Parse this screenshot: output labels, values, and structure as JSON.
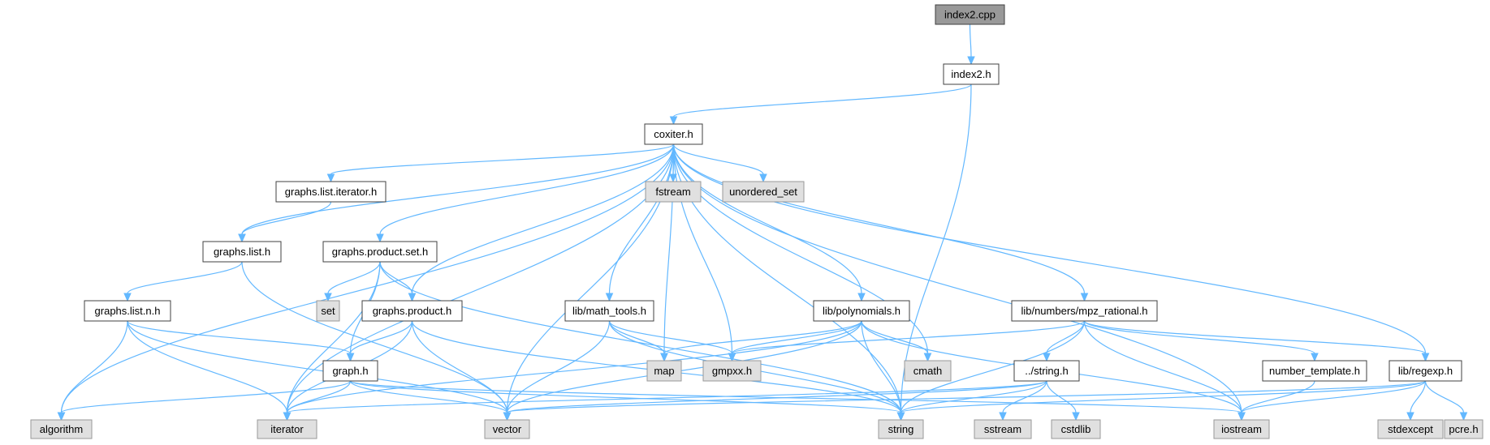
{
  "graph": {
    "nodes": [
      {
        "id": "index2_cpp",
        "label": "index2.cpp",
        "kind": "root"
      },
      {
        "id": "index2_h",
        "label": "index2.h",
        "kind": "inner"
      },
      {
        "id": "coxiter_h",
        "label": "coxiter.h",
        "kind": "inner"
      },
      {
        "id": "graphs_list_iterator_h",
        "label": "graphs.list.iterator.h",
        "kind": "inner"
      },
      {
        "id": "fstream",
        "label": "fstream",
        "kind": "ext"
      },
      {
        "id": "unordered_set",
        "label": "unordered_set",
        "kind": "ext"
      },
      {
        "id": "graphs_list_h",
        "label": "graphs.list.h",
        "kind": "inner"
      },
      {
        "id": "graphs_product_set_h",
        "label": "graphs.product.set.h",
        "kind": "inner"
      },
      {
        "id": "graphs_list_n_h",
        "label": "graphs.list.n.h",
        "kind": "inner"
      },
      {
        "id": "set",
        "label": "set",
        "kind": "ext"
      },
      {
        "id": "graphs_product_h",
        "label": "graphs.product.h",
        "kind": "inner"
      },
      {
        "id": "lib_math_tools_h",
        "label": "lib/math_tools.h",
        "kind": "inner"
      },
      {
        "id": "lib_polynomials_h",
        "label": "lib/polynomials.h",
        "kind": "inner"
      },
      {
        "id": "lib_numbers_mpz_rational_h",
        "label": "lib/numbers/mpz_rational.h",
        "kind": "inner"
      },
      {
        "id": "graph_h",
        "label": "graph.h",
        "kind": "inner"
      },
      {
        "id": "map",
        "label": "map",
        "kind": "ext"
      },
      {
        "id": "gmpxx_h",
        "label": "gmpxx.h",
        "kind": "ext"
      },
      {
        "id": "cmath",
        "label": "cmath",
        "kind": "ext"
      },
      {
        "id": "string_h_rel",
        "label": "../string.h",
        "kind": "inner"
      },
      {
        "id": "number_template_h",
        "label": "number_template.h",
        "kind": "inner"
      },
      {
        "id": "lib_regexp_h",
        "label": "lib/regexp.h",
        "kind": "inner"
      },
      {
        "id": "algorithm",
        "label": "algorithm",
        "kind": "ext"
      },
      {
        "id": "iterator",
        "label": "iterator",
        "kind": "ext"
      },
      {
        "id": "vector",
        "label": "vector",
        "kind": "ext"
      },
      {
        "id": "string",
        "label": "string",
        "kind": "ext"
      },
      {
        "id": "sstream",
        "label": "sstream",
        "kind": "ext"
      },
      {
        "id": "cstdlib",
        "label": "cstdlib",
        "kind": "ext"
      },
      {
        "id": "iostream",
        "label": "iostream",
        "kind": "ext"
      },
      {
        "id": "stdexcept",
        "label": "stdexcept",
        "kind": "ext"
      },
      {
        "id": "pcre_h",
        "label": "pcre.h",
        "kind": "ext"
      }
    ],
    "edges": [
      [
        "index2_cpp",
        "index2_h"
      ],
      [
        "index2_h",
        "coxiter_h"
      ],
      [
        "index2_h",
        "string"
      ],
      [
        "coxiter_h",
        "algorithm"
      ],
      [
        "coxiter_h",
        "iterator"
      ],
      [
        "coxiter_h",
        "graphs_list_h"
      ],
      [
        "coxiter_h",
        "graphs_list_iterator_h"
      ],
      [
        "coxiter_h",
        "graphs_product_set_h"
      ],
      [
        "coxiter_h",
        "graphs_product_h"
      ],
      [
        "coxiter_h",
        "vector"
      ],
      [
        "coxiter_h",
        "lib_math_tools_h"
      ],
      [
        "coxiter_h",
        "map"
      ],
      [
        "coxiter_h",
        "fstream"
      ],
      [
        "coxiter_h",
        "unordered_set"
      ],
      [
        "coxiter_h",
        "gmpxx_h"
      ],
      [
        "coxiter_h",
        "lib_polynomials_h"
      ],
      [
        "coxiter_h",
        "cmath"
      ],
      [
        "coxiter_h",
        "string"
      ],
      [
        "coxiter_h",
        "lib_numbers_mpz_rational_h"
      ],
      [
        "coxiter_h",
        "lib_regexp_h"
      ],
      [
        "coxiter_h",
        "iostream"
      ],
      [
        "graphs_list_iterator_h",
        "graphs_list_h"
      ],
      [
        "graphs_list_h",
        "graphs_list_n_h"
      ],
      [
        "graphs_list_h",
        "vector"
      ],
      [
        "graphs_product_set_h",
        "set"
      ],
      [
        "graphs_product_set_h",
        "graphs_product_h"
      ],
      [
        "graphs_product_set_h",
        "graph_h"
      ],
      [
        "graphs_product_set_h",
        "iterator"
      ],
      [
        "graphs_product_set_h",
        "string"
      ],
      [
        "graphs_list_n_h",
        "graph_h"
      ],
      [
        "graphs_list_n_h",
        "algorithm"
      ],
      [
        "graphs_list_n_h",
        "iterator"
      ],
      [
        "graphs_list_n_h",
        "vector"
      ],
      [
        "graphs_product_h",
        "graph_h"
      ],
      [
        "graphs_product_h",
        "iterator"
      ],
      [
        "graphs_product_h",
        "vector"
      ],
      [
        "graphs_product_h",
        "string"
      ],
      [
        "graph_h",
        "algorithm"
      ],
      [
        "graph_h",
        "iterator"
      ],
      [
        "graph_h",
        "vector"
      ],
      [
        "graph_h",
        "string"
      ],
      [
        "graph_h",
        "iostream"
      ],
      [
        "lib_math_tools_h",
        "map"
      ],
      [
        "lib_math_tools_h",
        "gmpxx_h"
      ],
      [
        "lib_math_tools_h",
        "vector"
      ],
      [
        "lib_math_tools_h",
        "string"
      ],
      [
        "lib_polynomials_h",
        "map"
      ],
      [
        "lib_polynomials_h",
        "gmpxx_h"
      ],
      [
        "lib_polynomials_h",
        "cmath"
      ],
      [
        "lib_polynomials_h",
        "iterator"
      ],
      [
        "lib_polynomials_h",
        "vector"
      ],
      [
        "lib_polynomials_h",
        "string"
      ],
      [
        "lib_polynomials_h",
        "iostream"
      ],
      [
        "lib_numbers_mpz_rational_h",
        "gmpxx_h"
      ],
      [
        "lib_numbers_mpz_rational_h",
        "string_h_rel"
      ],
      [
        "lib_numbers_mpz_rational_h",
        "string"
      ],
      [
        "lib_numbers_mpz_rational_h",
        "number_template_h"
      ],
      [
        "lib_numbers_mpz_rational_h",
        "lib_regexp_h"
      ],
      [
        "lib_numbers_mpz_rational_h",
        "iostream"
      ],
      [
        "string_h_rel",
        "iterator"
      ],
      [
        "string_h_rel",
        "vector"
      ],
      [
        "string_h_rel",
        "string"
      ],
      [
        "string_h_rel",
        "sstream"
      ],
      [
        "string_h_rel",
        "cstdlib"
      ],
      [
        "number_template_h",
        "iostream"
      ],
      [
        "lib_regexp_h",
        "vector"
      ],
      [
        "lib_regexp_h",
        "string"
      ],
      [
        "lib_regexp_h",
        "iostream"
      ],
      [
        "lib_regexp_h",
        "stdexcept"
      ],
      [
        "lib_regexp_h",
        "pcre_h"
      ]
    ]
  },
  "colors": {
    "root_fill": "#999999",
    "inner_fill": "#ffffff",
    "external_fill": "#e0e0e0",
    "edge": "#63b8ff",
    "border": "#404040"
  }
}
